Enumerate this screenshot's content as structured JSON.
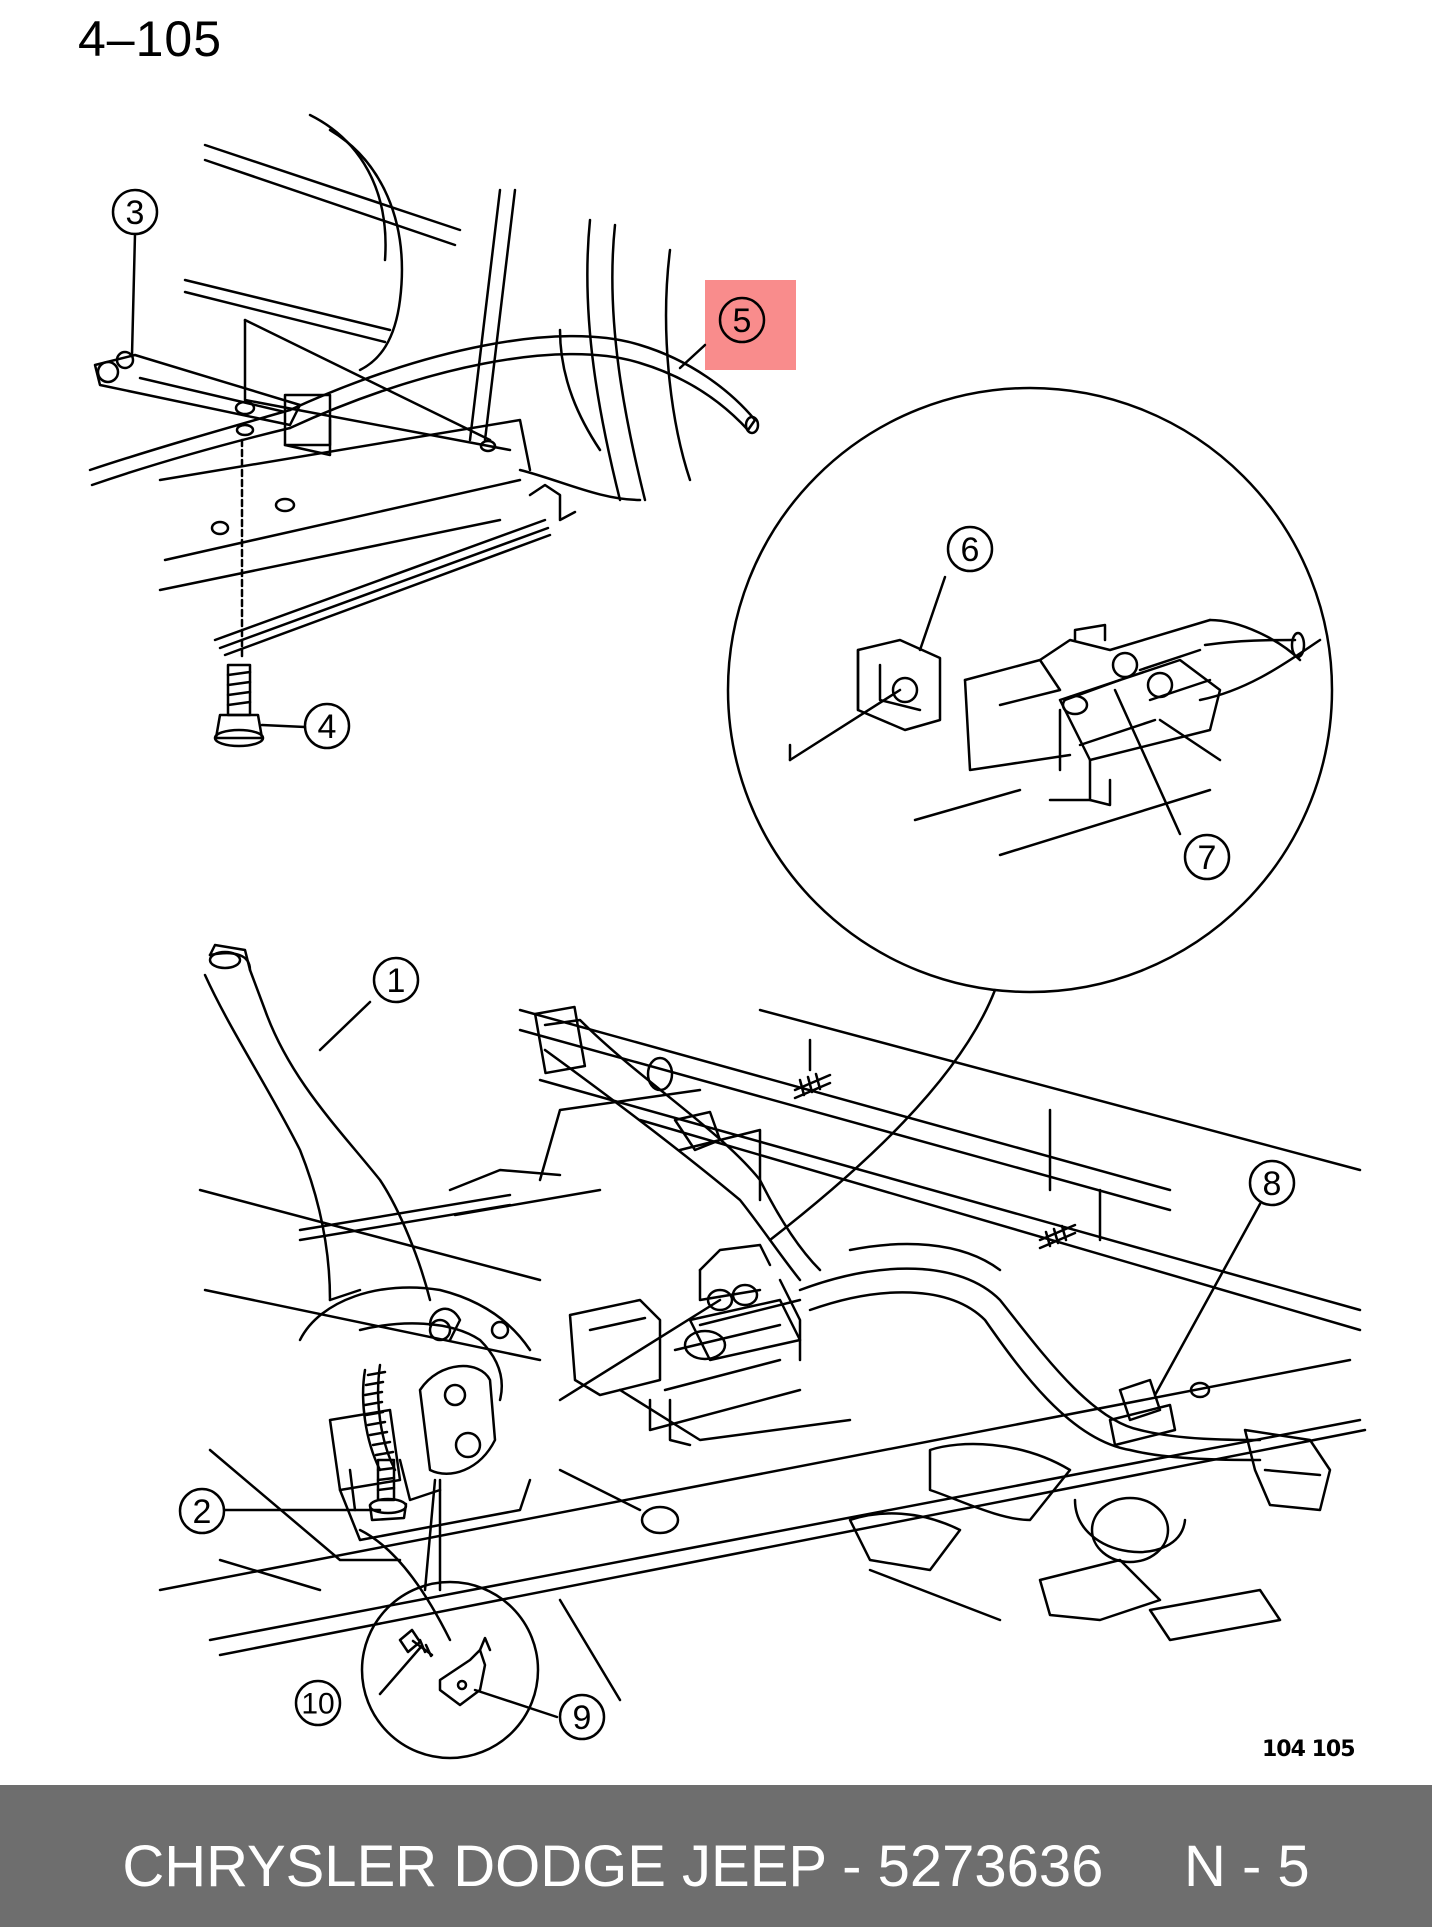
{
  "page_label": "4–105",
  "figure_code": "104  105",
  "footer": {
    "text": "CHRYSLER DODGE JEEP - 5273636     N - 5"
  },
  "highlight_color": "#f98c8c",
  "footer_color": "#6e6e6e",
  "callouts": [
    "1",
    "2",
    "3",
    "4",
    "5",
    "6",
    "7",
    "8",
    "9",
    "10"
  ],
  "highlighted_callout": "5"
}
